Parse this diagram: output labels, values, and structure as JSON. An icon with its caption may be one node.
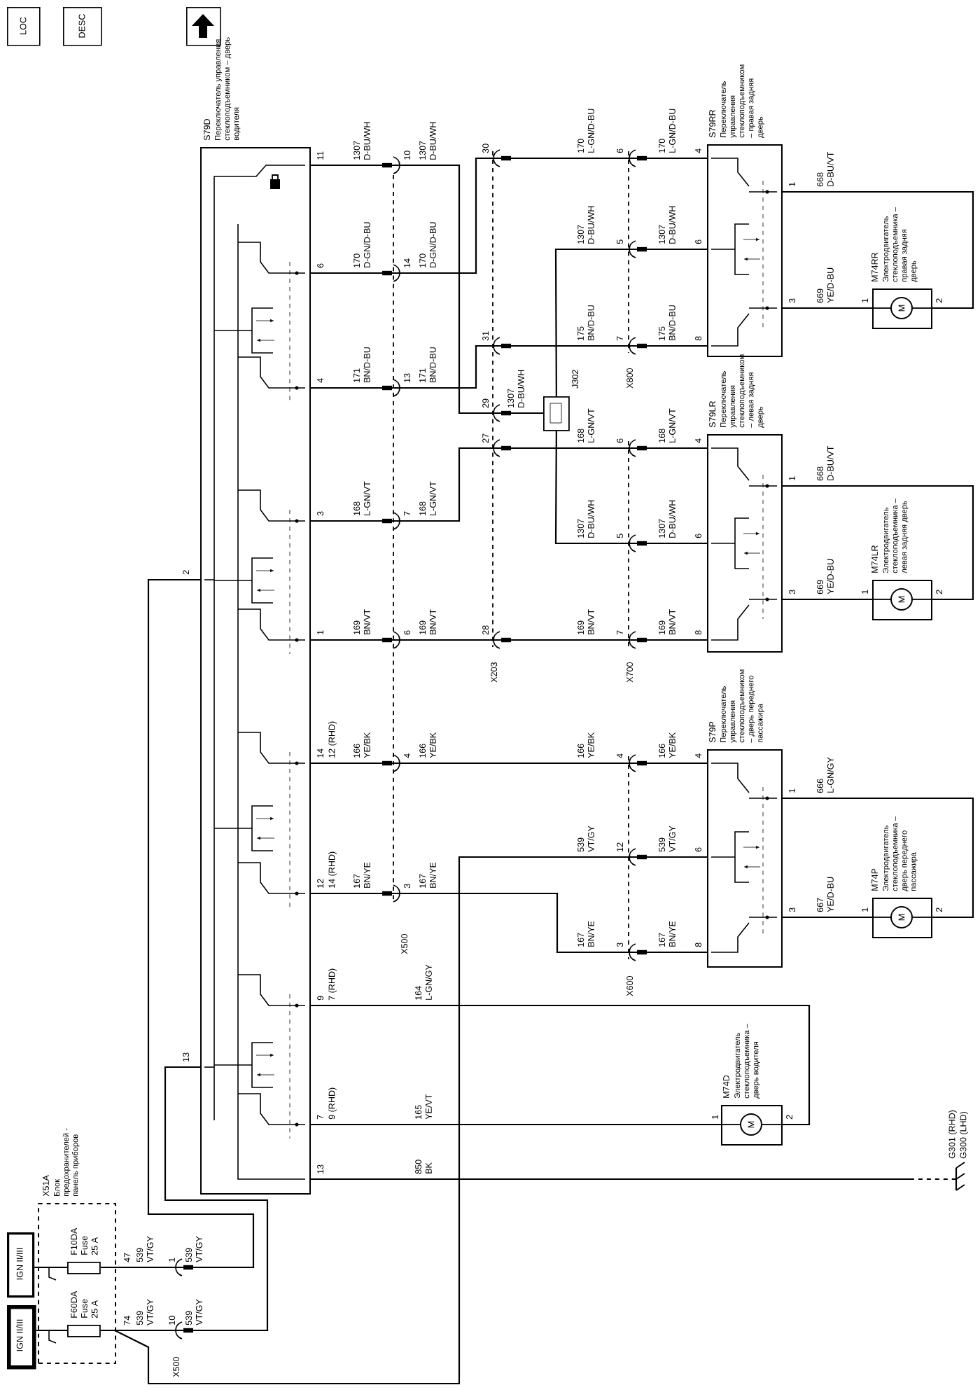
{
  "diagram": {
    "nodes": [
      {
        "text": [
          "LOC"
        ]
      },
      {
        "text": [
          "DESC"
        ]
      },
      {
        "text": [],
        "shape": "box"
      },
      {
        "text": [
          "S79D",
          "Переключатель управления стеклоподъемником – дверь водителя"
        ]
      },
      {
        "text": [
          "X51A",
          "Блок предохранителей - панель приборов"
        ]
      },
      {
        "text": [
          "F10DA Fuse 25 A"
        ],
        "in": 4
      },
      {
        "text": [
          "F60DA Fuse 25 A"
        ],
        "in": 4
      },
      {
        "text": [
          "IGN II/III"
        ]
      },
      {
        "text": [
          "IGN II/III"
        ]
      },
      {
        "text": [
          "J302"
        ]
      },
      {
        "text": [
          "S79RR",
          "Переключатель управления стеклоподъемником – правая задняя дверь"
        ]
      },
      {
        "text": [
          "M74RR",
          "Электродвигатель стеклоподъемника – правая задняя дверь",
          "M"
        ]
      },
      {
        "text": [
          "S79LR",
          "Переключатель управления стеклоподъемником – левая задняя дверь"
        ]
      },
      {
        "text": [
          "M74LR",
          "Электродвигатель стеклоподъемника – левая задняя дверь",
          "M"
        ]
      },
      {
        "text": [
          "S79P",
          "Переключатель управления стеклоподъемником – дверь переднего пассажира"
        ]
      },
      {
        "text": [
          "M74P",
          "Электродвигатель стеклоподъемника – дверь переднего пассажира",
          "M"
        ]
      },
      {
        "text": [
          "M74D",
          "Электродвигатель стеклоподъемника – дверь водителя",
          "M"
        ]
      },
      {
        "text": [
          "G301 (RHD)",
          "G300 (LHD)"
        ]
      }
    ],
    "edges": [
      {
        "from": 7,
        "to": 5,
        "arrow": "none"
      },
      {
        "from": 8,
        "to": 6,
        "arrow": "none"
      },
      {
        "from": 5,
        "to": 3,
        "arrow": "none",
        "label": "539 VT/GY"
      },
      {
        "from": 6,
        "to": 3,
        "arrow": "none",
        "label": "539 VT/GY"
      },
      {
        "from": 6,
        "to": 14,
        "arrow": "none",
        "label": "539 VT/GY"
      },
      {
        "from": 3,
        "to": 9,
        "arrow": "none",
        "label": "1307 D-BU/WH"
      },
      {
        "from": 9,
        "to": 10,
        "arrow": "none",
        "label": "1307 D-BU/WH"
      },
      {
        "from": 9,
        "to": 12,
        "arrow": "none",
        "label": "1307 D-BU/WH"
      },
      {
        "from": 3,
        "to": 10,
        "arrow": "none",
        "label": "170 D-GN/D-BU"
      },
      {
        "from": 3,
        "to": 10,
        "arrow": "none",
        "label": "171 BN/D-BU"
      },
      {
        "from": 3,
        "to": 12,
        "arrow": "none",
        "label": "168 L-GN/VT"
      },
      {
        "from": 3,
        "to": 12,
        "arrow": "none",
        "label": "169 BN/VT"
      },
      {
        "from": 3,
        "to": 14,
        "arrow": "none",
        "label": "166 YE/BK"
      },
      {
        "from": 3,
        "to": 14,
        "arrow": "none",
        "label": "167 BN/YE"
      },
      {
        "from": 3,
        "to": 16,
        "arrow": "none",
        "label": "164 L-GN/GY"
      },
      {
        "from": 3,
        "to": 16,
        "arrow": "none",
        "label": "165 YE/VT"
      },
      {
        "from": 3,
        "to": 17,
        "arrow": "none",
        "label": "850 BK"
      },
      {
        "from": 10,
        "to": 11,
        "arrow": "none",
        "label": "669 YE/D-BU"
      },
      {
        "from": 10,
        "to": 11,
        "arrow": "none",
        "label": "668 D-BU/VT"
      },
      {
        "from": 12,
        "to": 13,
        "arrow": "none",
        "label": "669 YE/D-BU"
      },
      {
        "from": 12,
        "to": 13,
        "arrow": "none",
        "label": "668 D-BU/VT"
      },
      {
        "from": 14,
        "to": 15,
        "arrow": "none",
        "label": "667 YE/D-BU"
      },
      {
        "from": 14,
        "to": 15,
        "arrow": "none",
        "label": "666 L-GN/GY"
      }
    ],
    "labels": [
      "11",
      "10",
      "1307 D-BU/WH",
      "30",
      "170 L-GN/D-BU",
      "6",
      "170 L-GN/D-BU",
      "4",
      "6",
      "14",
      "170 D-GN/D-BU",
      "5",
      "1307 D-BU/WH",
      "6",
      "4",
      "13",
      "171 BN/D-BU",
      "31",
      "175 BN/D-BU",
      "7",
      "175 BN/D-BU",
      "8",
      "29",
      "1307 D-BU/WH",
      "X800",
      "3",
      "7",
      "168 L-GN/VT",
      "27",
      "168 L-GN/VT",
      "6",
      "168 L-GN/VT",
      "4",
      "5",
      "1307 D-BU/WH",
      "6",
      "1",
      "6",
      "169 BN/VT",
      "28",
      "169 BN/VT",
      "7",
      "169 BN/VT",
      "8",
      "X203",
      "X700",
      "14",
      "12 (RHD)",
      "4",
      "166 YE/BK",
      "166 YE/BK",
      "4",
      "166 YE/BK",
      "4",
      "12",
      "539 VT/GY",
      "6",
      "12",
      "14 (RHD)",
      "3",
      "167 BN/YE",
      "167 BN/YE",
      "3",
      "167 BN/YE",
      "8",
      "X500",
      "X600",
      "9",
      "7 (RHD)",
      "7",
      "9 (RHD)",
      "13",
      "2",
      "13",
      "47",
      "1",
      "539 VT/GY",
      "74",
      "10",
      "539 VT/GY",
      "X500",
      "1",
      "3",
      "1",
      "2",
      "1",
      "3",
      "1",
      "2",
      "1",
      "3",
      "1",
      "2",
      "1",
      "2"
    ]
  }
}
